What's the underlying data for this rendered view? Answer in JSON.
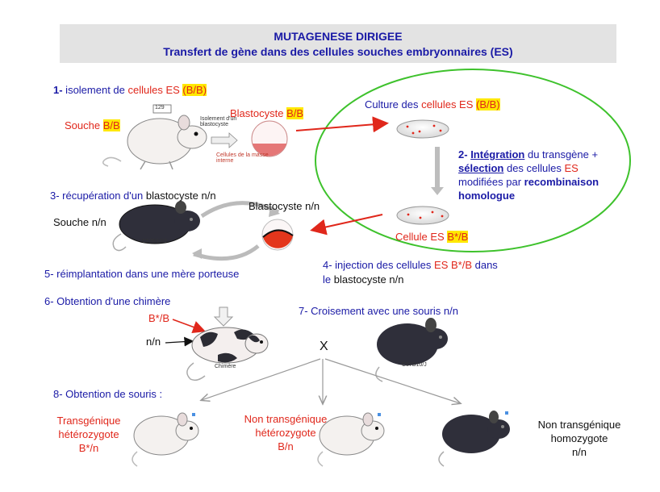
{
  "header": {
    "title": "MUTAGENESE DIRIGEE",
    "subtitle": "Transfert de gène dans des cellules souches embryonnaires (ES)"
  },
  "step1": {
    "num": "1-",
    "text": " isolement de ",
    "cells": "cellules ES ",
    "genotype": "(B/B)"
  },
  "souche_bb": {
    "label": "Souche ",
    "genotype": "B/B"
  },
  "blastocyste_bb": {
    "label": "Blastocyste ",
    "genotype": "B/B"
  },
  "mouse129_label": "129",
  "isolement_label": "Isolement d'un blastocyste",
  "masse_interne_label": "Cellules de la masse interne",
  "culture": {
    "label": "Culture des ",
    "cells": "cellules ES ",
    "genotype": "(B/B)"
  },
  "step2": {
    "num": "2-",
    "integration": "Intégration",
    "integration_rest": " du transgène +",
    "selection": "sélection",
    "selection_rest": " des cellules ",
    "es": "ES",
    "line3": "modifiées par ",
    "recomb": "recombinaison",
    "line4": "homologue"
  },
  "cellule_es": {
    "label": "Cellule ES ",
    "genotype": "B*/B"
  },
  "step3": {
    "text": "3- récupération d'un ",
    "rest": "blastocyste n/n"
  },
  "blastocyste_nn": "Blastocyste n/n",
  "souche_nn": "Souche n/n",
  "c57_label": "C57B10/J",
  "step4": {
    "line1a": "4- injection des cellules ",
    "line1b": "ES B*/B",
    "line1c": " dans",
    "line2a": "le ",
    "line2b": "blastocyste n/n"
  },
  "step5": "5- réimplantation dans une mère porteuse",
  "step6": "6- Obtention d'une chimère",
  "chimere_genotype": "B*/B",
  "chimere_nn": "n/n",
  "chimere_label": "Chimère",
  "step7": "7- Croisement avec une souris n/n",
  "cross_symbol": "X",
  "c57_label_2": "C57B10/J",
  "step8": "8- Obtention de souris :",
  "offspring": [
    {
      "l1": "Transgénique",
      "l2": "hétérozygote",
      "l3": "B*/n"
    },
    {
      "l1": "Non transgénique",
      "l2": "hétérozygote",
      "l3": "B/n"
    },
    {
      "l1": "Non transgénique",
      "l2": "homozygote",
      "l3": "n/n"
    }
  ],
  "colors": {
    "title_blue": "#1a1aa6",
    "red": "#e0271b",
    "highlight": "#ffe800",
    "circle_green": "#3ec22c"
  }
}
